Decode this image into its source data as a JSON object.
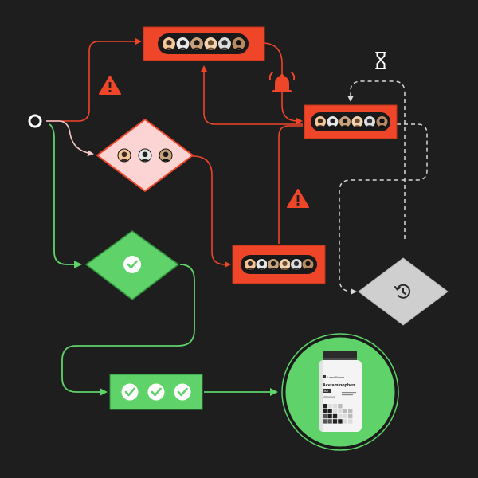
{
  "colors": {
    "background": "#1e1e1e",
    "alert_red": "#ef4528",
    "alert_red_dark": "#b8321c",
    "pending_pink": "#fcd4d4",
    "success_green": "#5fd36a",
    "success_green_dark": "#2f8e3c",
    "neutral_gray": "#cfcfcf",
    "dashed_white": "#d9d9d9"
  },
  "icons": {
    "start": "start-node-circle-icon",
    "warning": "warning-triangle-icon",
    "bell": "alarm-bell-icon",
    "hourglass": "hourglass-icon",
    "check": "check-circle-icon",
    "retry": "retry-clock-icon",
    "avatar": "avatar-icon"
  },
  "nodes": {
    "top_alert_group": {
      "avatar_count": 6
    },
    "escalation_group": {
      "avatar_count": 6
    },
    "pending_review": {
      "avatar_count": 3
    },
    "second_alert_group": {
      "avatar_count": 6
    },
    "approved_decision": {
      "check_count": 1
    },
    "triple_approval": {
      "check_count": 3
    },
    "retry_wait": {
      "icon": "retry-clock-icon"
    }
  },
  "product": {
    "brand": "Lorem Pharma",
    "name": "Acetaminophen",
    "strength": "500",
    "count": "100 caplets"
  }
}
